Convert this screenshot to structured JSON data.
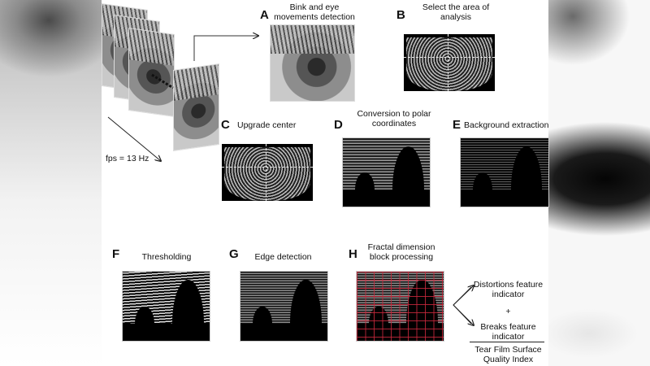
{
  "input": {
    "fps_label": "fps = 13 Hz"
  },
  "steps": [
    {
      "letter": "A",
      "caption": "Bink and eye movements detection"
    },
    {
      "letter": "B",
      "caption": "Select the area of analysis"
    },
    {
      "letter": "C",
      "caption": "Upgrade center"
    },
    {
      "letter": "D",
      "caption": "Conversion to polar coordinates"
    },
    {
      "letter": "E",
      "caption": "Background extraction"
    },
    {
      "letter": "F",
      "caption": "Thresholding"
    },
    {
      "letter": "G",
      "caption": "Edge detection"
    },
    {
      "letter": "H",
      "caption": "Fractal dimension block processing"
    }
  ],
  "output": {
    "indicator_1": "Distortions feature indicator",
    "plus": "+",
    "indicator_2": "Breaks feature indicator",
    "result": "Tear Film Surface Quality Index"
  },
  "colors": {
    "grid_overlay": "#c8283c",
    "text": "#111111",
    "background": "#ffffff"
  }
}
